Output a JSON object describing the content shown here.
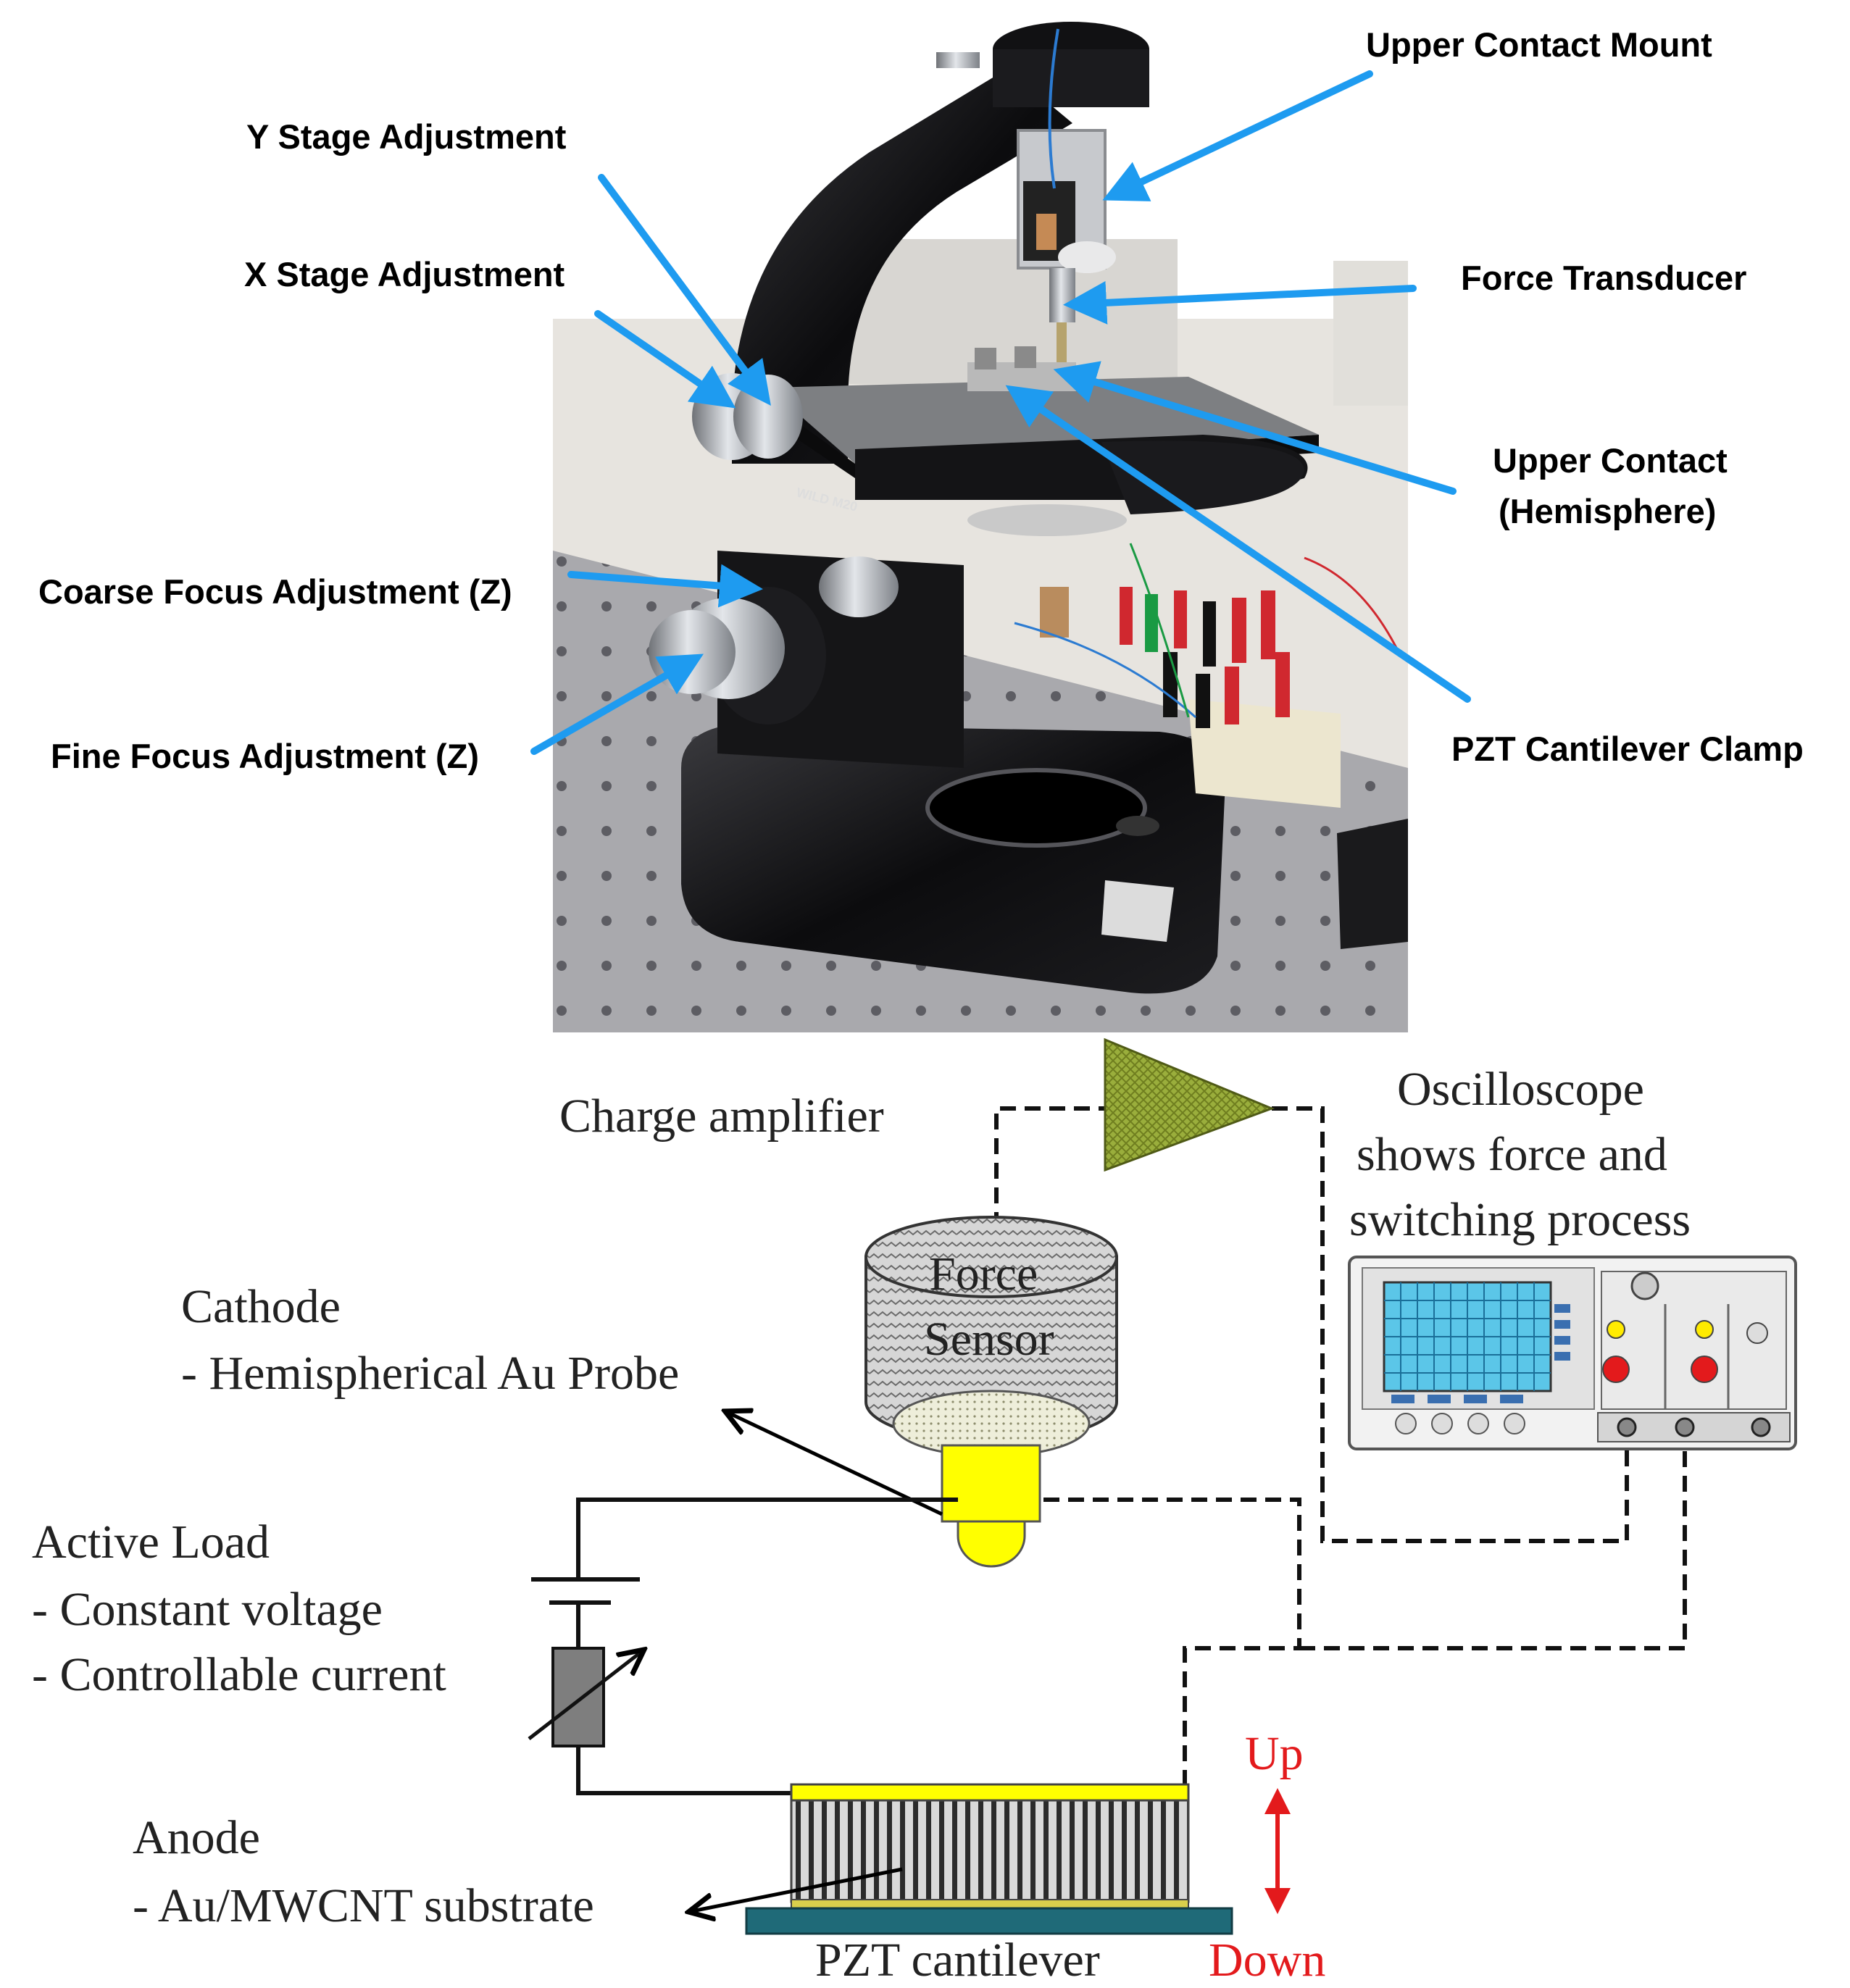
{
  "photo_labels": {
    "upper_contact_mount": "Upper Contact Mount",
    "y_stage": "Y Stage Adjustment",
    "x_stage": "X Stage Adjustment",
    "force_transducer": "Force Transducer",
    "upper_contact_1": "Upper Contact",
    "upper_contact_2": "(Hemisphere)",
    "coarse_focus": "Coarse Focus Adjustment (Z)",
    "fine_focus": "Fine Focus Adjustment (Z)",
    "pzt_clamp": "PZT Cantilever Clamp",
    "brand": "WILD M20"
  },
  "schematic": {
    "charge_amplifier": "Charge amplifier",
    "oscilloscope_1": "Oscilloscope",
    "oscilloscope_2": "shows force and",
    "oscilloscope_3": "switching process",
    "force_sensor_1": "Force",
    "force_sensor_2": "Sensor",
    "cathode_1": "Cathode",
    "cathode_2": "- Hemispherical Au Probe",
    "active_load_1": "Active Load",
    "active_load_2": "- Constant voltage",
    "active_load_3": "- Controllable current",
    "anode_1": "Anode",
    "anode_2": "- Au/MWCNT substrate",
    "pzt_cantilever": "PZT cantilever",
    "up": "Up",
    "down": "Down"
  },
  "colors": {
    "arrow_blue": "#1e9bf0",
    "amp_green": "#9aae3c",
    "sensor_yellow": "#ffff00",
    "cantilever_teal": "#1f6a78",
    "red": "#e31a1c"
  }
}
